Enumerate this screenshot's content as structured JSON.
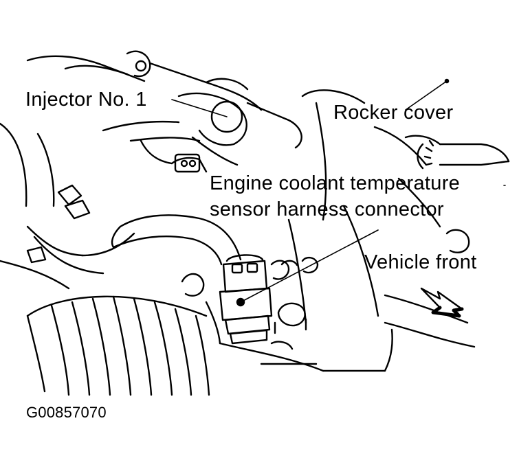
{
  "callouts": {
    "injector": "Injector No. 1",
    "rocker_cover": "Rocker cover",
    "sensor_line1": "Engine coolant temperature",
    "sensor_line2": "sensor harness connector",
    "vehicle_front": "Vehicle front"
  },
  "figure_code": "G00857070",
  "colors": {
    "ink": "#000000",
    "paper": "#ffffff"
  }
}
